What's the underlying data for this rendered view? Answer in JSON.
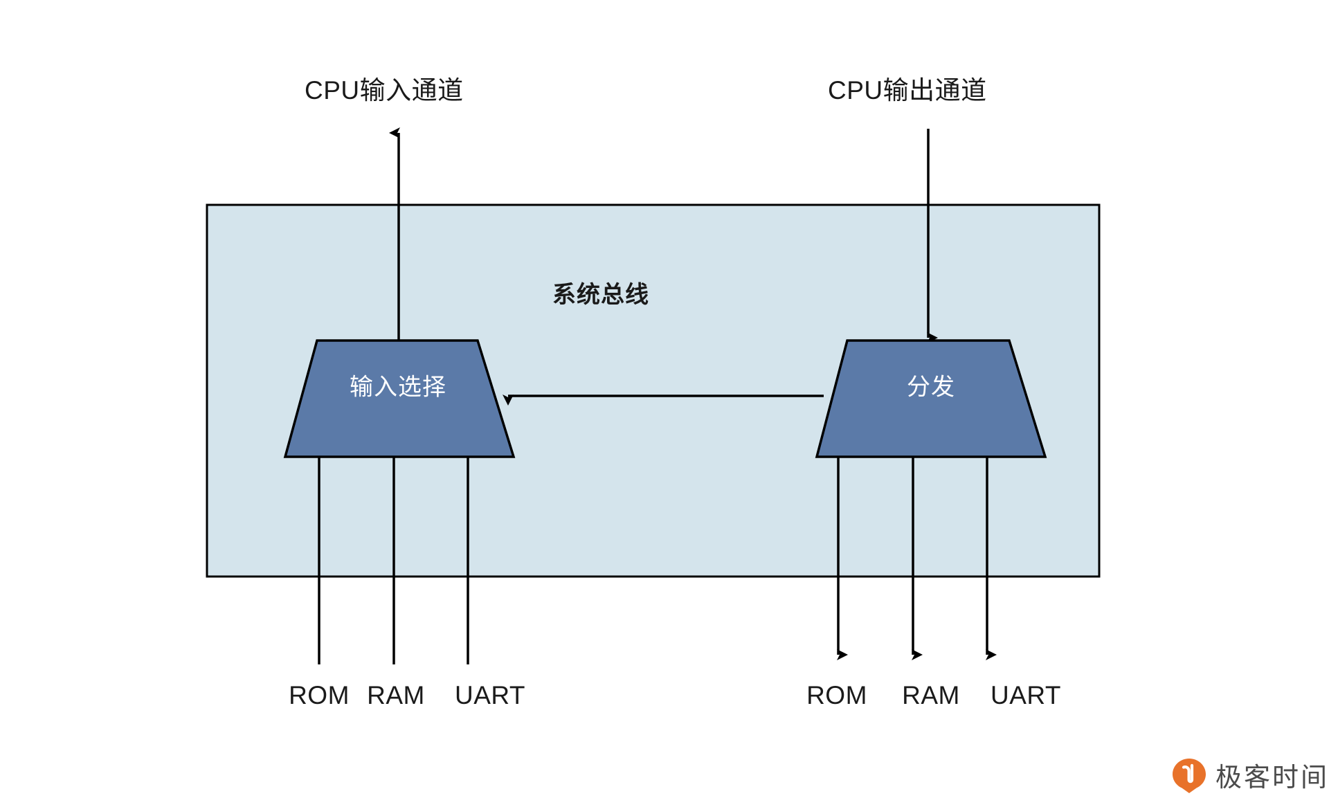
{
  "diagram": {
    "type": "block-diagram",
    "bus": {
      "title": "系统总线",
      "fill": "#d4e4ec",
      "stroke": "#000000"
    },
    "channels": {
      "input": {
        "label": "CPU输入通道",
        "direction": "up"
      },
      "output": {
        "label": "CPU输出通道",
        "direction": "down"
      }
    },
    "blocks": [
      {
        "id": "input-select",
        "label": "输入选择",
        "fill": "#5b7aa8",
        "stroke": "#000000",
        "text_color": "#ffffff"
      },
      {
        "id": "dispatch",
        "label": "分发",
        "fill": "#5b7aa8",
        "stroke": "#000000",
        "text_color": "#ffffff"
      }
    ],
    "peripherals_in": [
      "ROM",
      "RAM",
      "UART"
    ],
    "peripherals_out": [
      "ROM",
      "RAM",
      "UART"
    ],
    "connections": [
      {
        "from": "dispatch",
        "to": "input-select",
        "direction": "left"
      }
    ]
  },
  "watermark": {
    "text": "极客时间",
    "accent": "#e8722a"
  }
}
